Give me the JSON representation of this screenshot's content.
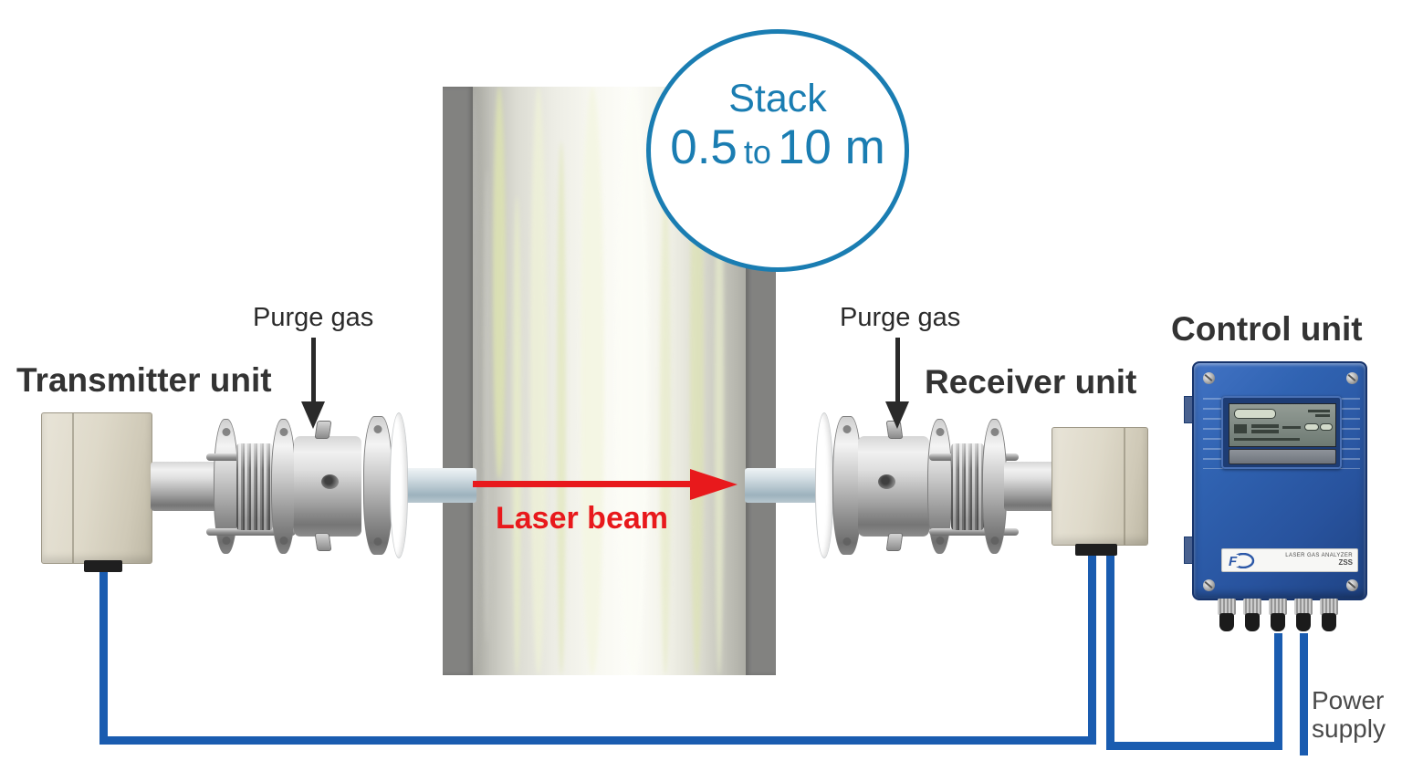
{
  "callout": {
    "title": "Stack",
    "range_low": "0.5",
    "range_word": "to",
    "range_high": "10 m"
  },
  "units": {
    "transmitter_label": "Transmitter unit",
    "receiver_label": "Receiver unit",
    "control_label": "Control unit"
  },
  "annotations": {
    "purge_gas_left": "Purge gas",
    "purge_gas_right": "Purge gas",
    "laser_beam": "Laser beam",
    "power_supply": "Power supply"
  },
  "control_unit": {
    "logo_letter": "F",
    "nameplate_line1": "LASER GAS ANALYZER",
    "nameplate_line2": "ZSS"
  },
  "colors": {
    "accent_blue": "#1a7db2",
    "cable_blue": "#1a5cb0",
    "laser_red": "#e8191c",
    "control_body_blue": "#2c5cab",
    "stack_wall_gray": "#828280",
    "enclosure_beige": "#ded9c9",
    "label_dark": "#333333"
  }
}
